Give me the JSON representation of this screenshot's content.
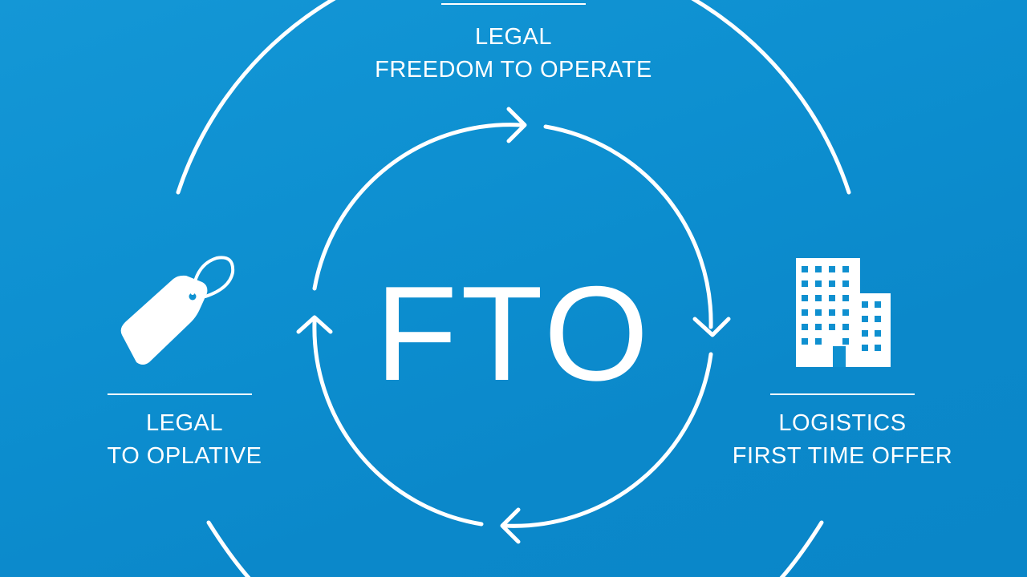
{
  "diagram": {
    "center_label": "FTO",
    "nodes": {
      "top": {
        "lines": [
          "LEGAL",
          "FREEDOM TO OPERATE"
        ]
      },
      "left": {
        "lines": [
          "LEGAL",
          "TO OPLATIVE"
        ],
        "icon": "price-tag-icon"
      },
      "right": {
        "lines": [
          "LOGISTICS",
          "FIRST TIME OFFER"
        ],
        "icon": "office-building-icon"
      }
    },
    "cycle_direction": "clockwise"
  },
  "colors": {
    "background": "#0d8fd0",
    "foreground": "#ffffff"
  }
}
